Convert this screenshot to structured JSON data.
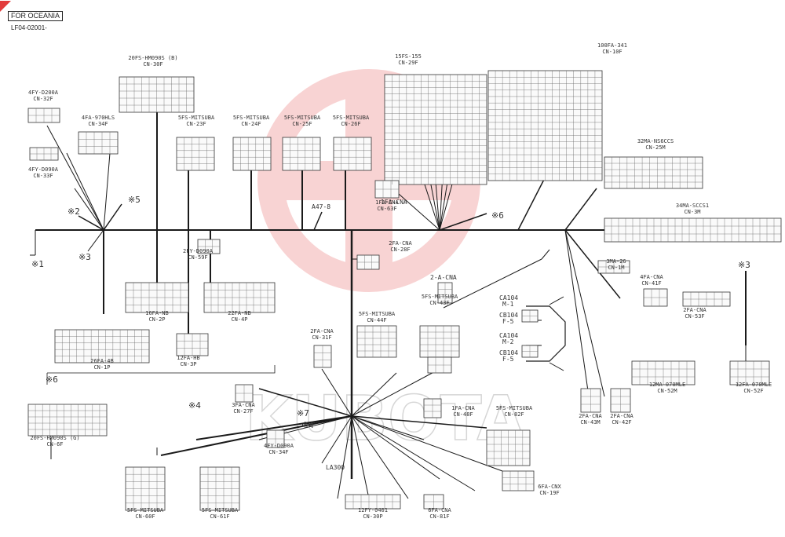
{
  "header": {
    "region": "FOR OCEANIA",
    "code": "LF04-02001-"
  },
  "wm_text": "KUBOTA",
  "colors": {
    "wire": "#1a1a1a",
    "watermark": "#e23b3b",
    "box": "#333333"
  },
  "connectors": [
    {
      "id": "c30f",
      "name": "CN-30F",
      "part": "20FS-HM090S (B)"
    },
    {
      "id": "c34f",
      "name": "CN-34F",
      "part": "4FA-970HLS"
    },
    {
      "id": "c32f",
      "name": "CN-32F",
      "part": "4FY-D200A"
    },
    {
      "id": "c33f",
      "name": "CN-33F",
      "part": "4FY-D090A"
    },
    {
      "id": "c29f",
      "name": "CN-29F",
      "part": "15FS-155"
    },
    {
      "id": "c10f",
      "name": "CN-10F",
      "part": "100FA-341"
    },
    {
      "id": "c23f",
      "name": "CN-23F",
      "part": "5FS-MITSUBA"
    },
    {
      "id": "c24f",
      "name": "CN-24F",
      "part": "5FS-MITSUBA"
    },
    {
      "id": "c25f",
      "name": "CN-25F",
      "part": "5FS-MITSUBA"
    },
    {
      "id": "c26f",
      "name": "CN-26F",
      "part": "5FS-MITSUBA"
    },
    {
      "id": "c25m",
      "name": "CN-25M",
      "part": "32MA-NS6CCS"
    },
    {
      "id": "c63f",
      "name": "CN-63F",
      "part": "1FA-CNA"
    },
    {
      "id": "c3m",
      "name": "CN-3M",
      "part": "34MA-SCCS1"
    },
    {
      "id": "c59f",
      "name": "CN-59F",
      "part": "2FY-D090A"
    },
    {
      "id": "c28f",
      "name": "CN-28F",
      "part": "2FA-CNA"
    },
    {
      "id": "c1m",
      "name": "CN-1M",
      "part": "3MA-26"
    },
    {
      "id": "c2p",
      "name": "CN-2P",
      "part": "16FA-NB"
    },
    {
      "id": "c4p",
      "name": "CN-4P",
      "part": "22FA-NB"
    },
    {
      "id": "c1p",
      "name": "CN-1P",
      "part": "26FA-4B"
    },
    {
      "id": "c3p",
      "name": "CN-3P",
      "part": "12FA-HB"
    },
    {
      "id": "c43f",
      "name": "CN-43F",
      "part": "5FS-MITSUBA"
    },
    {
      "id": "c44f",
      "name": "CN-44F",
      "part": "5FS-MITSUBA"
    },
    {
      "id": "c31f",
      "name": "CN-31F",
      "part": "2FA-CNA"
    },
    {
      "id": "c41f",
      "name": "CN-41F",
      "part": "4FA-CNA"
    },
    {
      "id": "c53f",
      "name": "CN-53F",
      "part": "2FA-CNA"
    },
    {
      "id": "c6f",
      "name": "CN-6F",
      "part": "20FS-HM090S (G)"
    },
    {
      "id": "c27f",
      "name": "CN-27F",
      "part": "3FA-CNA"
    },
    {
      "id": "c34m",
      "name": "CN-34F",
      "part": "4FY-D090A"
    },
    {
      "id": "c48f",
      "name": "CN-48F",
      "part": "1FA-CNA"
    },
    {
      "id": "c82f",
      "name": "CN-82F",
      "part": "5FS-MITSUBA"
    },
    {
      "id": "c52m",
      "name": "CN-52M",
      "part": "12MA-070MLE"
    },
    {
      "id": "c52f",
      "name": "CN-52F",
      "part": "12FA-070MLE"
    },
    {
      "id": "c43c",
      "name": "CN-43M",
      "part": "2FA-CNA"
    },
    {
      "id": "c42f",
      "name": "CN-42F",
      "part": "2FA-CNA"
    },
    {
      "id": "c60f",
      "name": "CN-60F",
      "part": "5FS-MITSUBA"
    },
    {
      "id": "c61f",
      "name": "CN-61F",
      "part": "5FS-MITSUBA"
    },
    {
      "id": "c30p",
      "name": "CN-30P",
      "part": "12FY-0401"
    },
    {
      "id": "c19f",
      "name": "CN-19F",
      "part": "6FA-CNX"
    },
    {
      "id": "c81f",
      "name": "CN-81F",
      "part": "6FA-CNA"
    }
  ],
  "markers": [
    {
      "id": "m1",
      "text": "※1"
    },
    {
      "id": "m2",
      "text": "※2"
    },
    {
      "id": "m3",
      "text": "※3"
    },
    {
      "id": "m4",
      "text": "※4"
    },
    {
      "id": "m5",
      "text": "※5"
    },
    {
      "id": "m6",
      "text": "※6"
    },
    {
      "id": "m7",
      "text": "※7"
    },
    {
      "id": "m8",
      "text": "※3"
    },
    {
      "id": "m9",
      "text": "※4"
    },
    {
      "id": "m10",
      "text": "※6"
    }
  ],
  "labels": {
    "wire_a478": "A47-8",
    "lamp": "LA300",
    "relay_ca_1": "CA104",
    "relay_ca_1b": "M-1",
    "relay_cb_1": "CB104",
    "relay_cb_1b": "F-5",
    "relay_ca_2": "CA104",
    "relay_ca_2b": "M-2",
    "relay_cb_2": "CB104",
    "relay_cb_2b": "F-5",
    "fuse_5a": "1FA-CNA",
    "fuse_f5": "2-A-CNA"
  }
}
